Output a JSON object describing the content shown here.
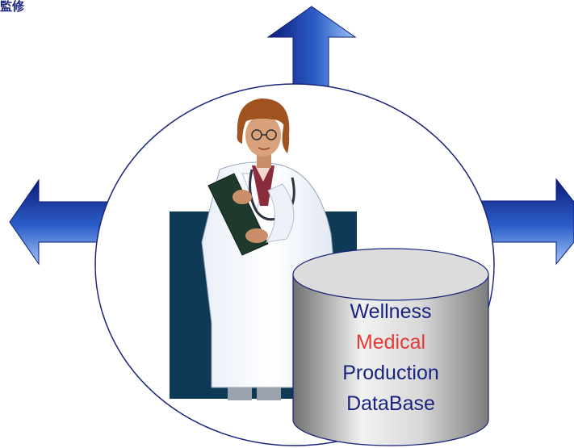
{
  "header": {
    "label": "監修"
  },
  "database": {
    "lines": [
      {
        "text": "Wellness",
        "color": "#1a237e"
      },
      {
        "text": "Medical",
        "color": "#e53935"
      },
      {
        "text": "Production",
        "color": "#1a237e"
      },
      {
        "text": "DataBase",
        "color": "#1a237e"
      }
    ]
  },
  "icons": {
    "arrows": [
      "arrow-up-icon",
      "arrow-left-icon",
      "arrow-right-icon"
    ],
    "figure": "doctor-clipart",
    "storage": "database-cylinder-icon"
  },
  "colors": {
    "arrow_dark": "#0d1b7a",
    "arrow_light": "#9fc4f5",
    "backdrop": "#0f3a55",
    "cylinder_light": "#f2f2f2",
    "cylinder_dark": "#7d7d7d",
    "circle_stroke": "#1a237e"
  }
}
